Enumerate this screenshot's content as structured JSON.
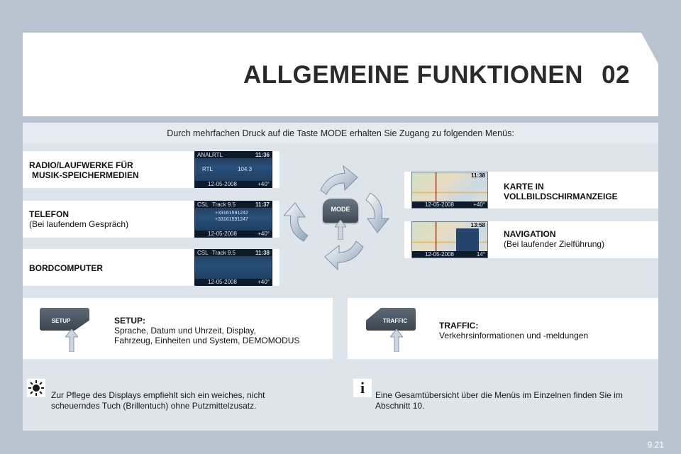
{
  "header": {
    "title": "ALLGEMEINE FUNKTIONEN",
    "chapter": "02"
  },
  "intro": "Durch mehrfachen Druck auf die Taste MODE erhalten Sie Zugang zu folgenden Menüs:",
  "left_menus": [
    {
      "title_line1": "RADIO/LAUFWERKE FÜR",
      "title_line2": "MUSIK-SPEICHERMEDIEN",
      "sub": "",
      "screen": {
        "top_left": "ANAL",
        "top_mid": "RTL",
        "time": "11:36",
        "row1": "RTL",
        "row2": "104.3",
        "date": "12-05-2008",
        "temp": "+40°"
      }
    },
    {
      "title_line1": "TELEFON",
      "title_line2": "",
      "sub": "(Bei laufendem Gespräch)",
      "screen": {
        "top_left": "CSL",
        "top_mid": "Track 9.5",
        "time": "11:37",
        "row1": "+33161591242",
        "row2": "+33161591247",
        "date": "12-05-2008",
        "temp": "+40°"
      }
    },
    {
      "title_line1": "BORDCOMPUTER",
      "title_line2": "",
      "sub": "",
      "screen": {
        "top_left": "CSL",
        "top_mid": "Track 9.5",
        "time": "11:38",
        "row1": "",
        "row2": "",
        "date": "12-05-2008",
        "temp": "+40°"
      }
    }
  ],
  "right_menus": [
    {
      "title_line1": "KARTE IN",
      "title_line2": "VOLLBILDSCHIRMANZEIGE",
      "sub": "",
      "screen": {
        "time": "11:38",
        "date": "12-05-2008",
        "temp": "+40°"
      }
    },
    {
      "title_line1": "NAVIGATION",
      "title_line2": "",
      "sub": "(Bei laufender Zielführung)",
      "screen": {
        "time": "13:58",
        "date": "12-05-2008",
        "temp": "14°"
      }
    }
  ],
  "mode_button": {
    "label": "MODE"
  },
  "setup": {
    "button_label": "SETUP",
    "title": "SETUP:",
    "line1": "Sprache, Datum und Uhrzeit, Display,",
    "line2": "Fahrzeug, Einheiten und System, DEMOMODUS"
  },
  "traffic": {
    "button_label": "TRAFFIC",
    "title": "TRAFFIC:",
    "line1": "Verkehrsinformationen und -meldungen"
  },
  "note_left": {
    "line1": "Zur Pflege des Displays empfiehlt sich ein weiches, nicht",
    "line2": "scheuerndes Tuch (Brillentuch) ohne Putzmittelzusatz."
  },
  "note_right": {
    "icon_glyph": "i",
    "line1": "Eine Gesamtübersicht über die Menüs im Einzelnen finden Sie im",
    "line2": "Abschnitt 10."
  },
  "page_number": "9.21",
  "colors": {
    "background": "#b9c4d0",
    "panel": "#dde4ea",
    "screen": "#1e3550",
    "button": "#4a5560"
  }
}
